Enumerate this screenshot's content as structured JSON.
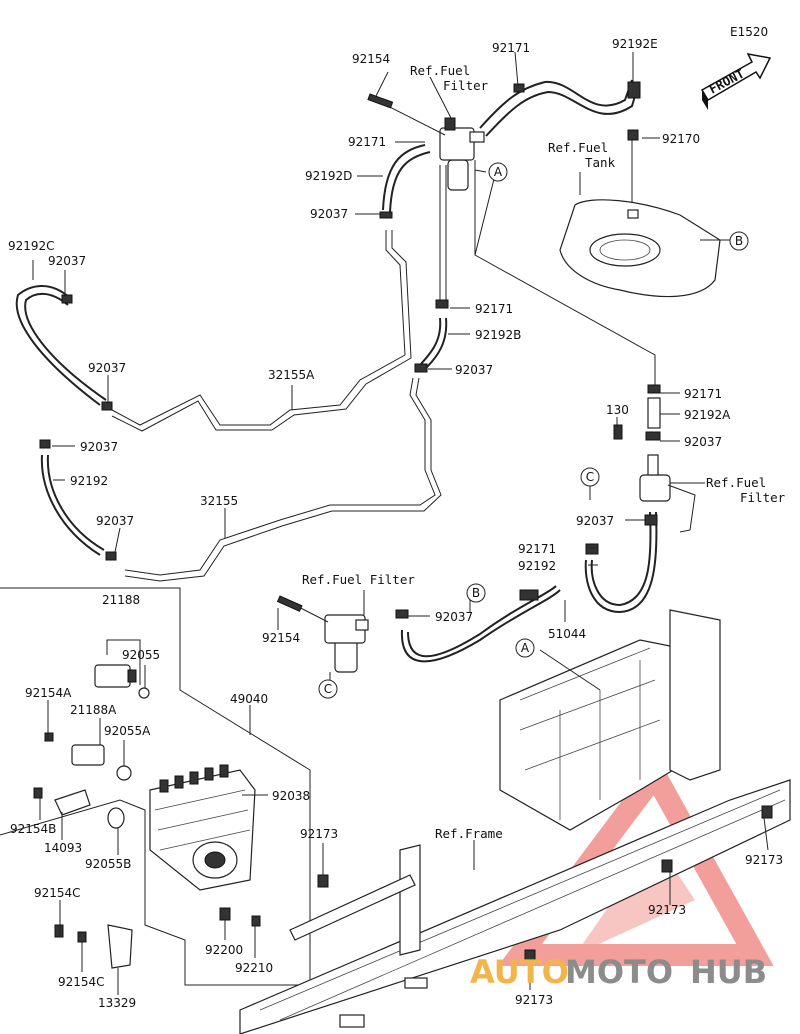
{
  "diagram_code": "E1520",
  "front_label": "FRONT",
  "refs": {
    "fuel_filter_top": [
      "Ref.Fuel",
      "Filter"
    ],
    "fuel_tank": [
      "Ref.Fuel",
      "Tank"
    ],
    "fuel_filter_right": [
      "Ref.Fuel",
      "Filter"
    ],
    "fuel_filter_left": "Ref.Fuel Filter",
    "frame": "Ref.Frame"
  },
  "callouts": {
    "a": "A",
    "b": "B",
    "c": "C"
  },
  "part_numbers": {
    "p92154_top": "92154",
    "p92171_top": "92171",
    "p92192E": "92192E",
    "p92171_filter": "92171",
    "p92170": "92170",
    "p92192D": "92192D",
    "p92037_d": "92037",
    "p92192C": "92192C",
    "p92037_c": "92037",
    "p92171_mid": "92171",
    "p92192B": "92192B",
    "p92037_b": "92037",
    "p92037_left": "92037",
    "p32155A": "32155A",
    "p92171_right": "92171",
    "p92192A": "92192A",
    "p130": "130",
    "p92037_right": "92037",
    "p92037_left2": "92037",
    "p92192": "92192",
    "p32155": "32155",
    "p92037_left3": "92037",
    "p92037_pump": "92037",
    "p92171_pump": "92171",
    "p92192_pump": "92192",
    "p21188": "21188",
    "p92055": "92055",
    "p92154_mid": "92154",
    "p92037_filter2": "92037",
    "p51044": "51044",
    "p49040": "49040",
    "p92154A": "92154A",
    "p21188A": "21188A",
    "p92055A": "92055A",
    "p92038": "92038",
    "p92154B": "92154B",
    "p14093": "14093",
    "p92055B": "92055B",
    "p92173_left": "92173",
    "p92173_right": "92173",
    "p92173_mid": "92173",
    "p92173_bottom": "92173",
    "p92154C_a": "92154C",
    "p92154C_b": "92154C",
    "p13329": "13329",
    "p92200": "92200",
    "p92210": "92210"
  },
  "watermark": {
    "part1": "AUTO",
    "part2": "MOTO",
    "part3": "HUB"
  },
  "colors": {
    "watermark_orange": "#f2b54a",
    "watermark_grey": "#8c8c8c",
    "watermark_red": "#e8524a"
  }
}
